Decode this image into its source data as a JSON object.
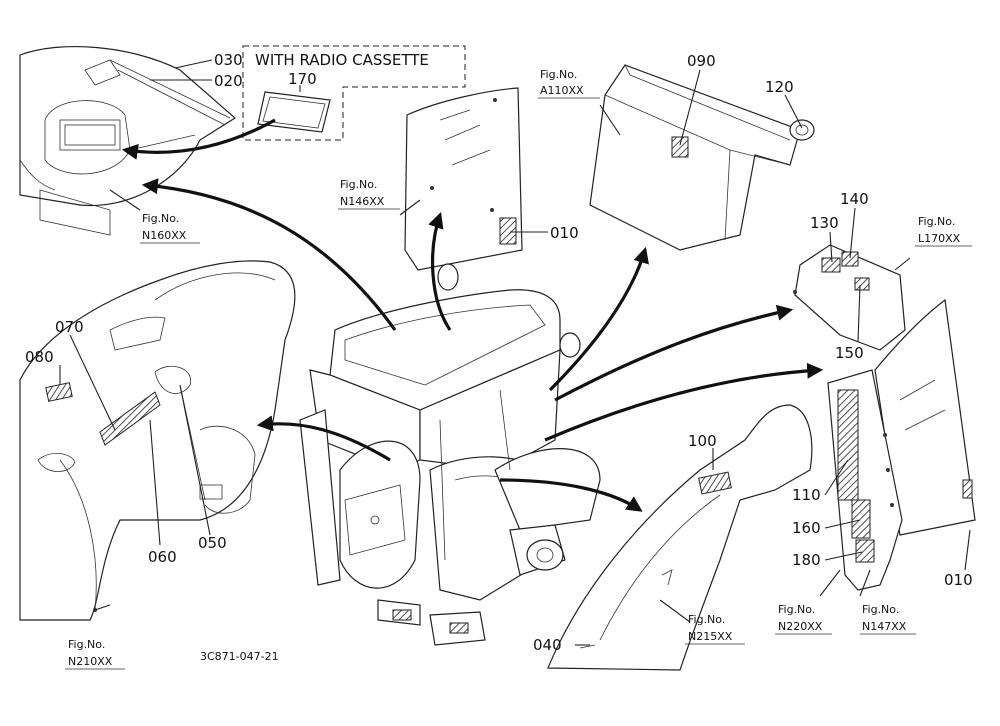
{
  "parts": [
    "030",
    "020",
    "170",
    "090",
    "120",
    "010",
    "140",
    "130",
    "150",
    "070",
    "080",
    "060",
    "050",
    "100",
    "110",
    "160",
    "180",
    "040",
    "010"
  ],
  "figures": [
    {
      "label": "Fig.No.",
      "code": "A110XX"
    },
    {
      "label": "Fig.No.",
      "code": "N146XX"
    },
    {
      "label": "Fig.No.",
      "code": "N160XX"
    },
    {
      "label": "Fig.No.",
      "code": "L170XX"
    },
    {
      "label": "Fig.No.",
      "code": "N210XX"
    },
    {
      "label": "Fig.No.",
      "code": "N215XX"
    },
    {
      "label": "Fig.No.",
      "code": "N220XX"
    },
    {
      "label": "Fig.No.",
      "code": "N147XX"
    }
  ],
  "radio_box_title": "WITH RADIO CASSETTE",
  "drawing_number": "3C871-047-21"
}
